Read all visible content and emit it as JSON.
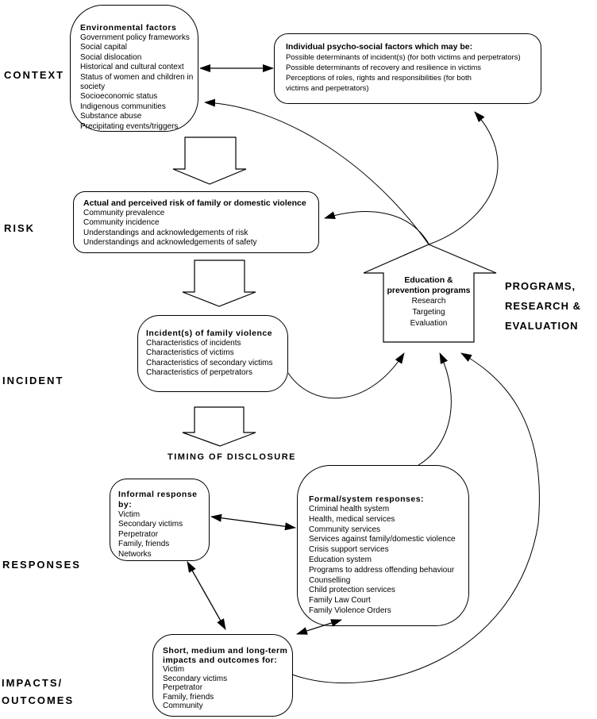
{
  "labels": {
    "context": "CONTEXT",
    "risk": "RISK",
    "incident": "INCIDENT",
    "responses": "RESPONSES",
    "impacts_line1": "IMPACTS/",
    "impacts_line2": "OUTCOMES",
    "timing": "TIMING OF DISCLOSURE",
    "programs_line1": "PROGRAMS,",
    "programs_line2": "RESEARCH &",
    "programs_line3": "EVALUATION"
  },
  "boxes": {
    "environmental": {
      "title": "Environmental factors",
      "items": [
        "Government policy frameworks",
        "Social capital",
        "Social dislocation",
        "Historical and cultural context",
        "Status of women and children in society",
        "Socioeconomic status",
        "Indigenous communities",
        "Substance abuse",
        "Precipitating events/triggers"
      ]
    },
    "individual": {
      "title": "Individual psycho-social factors which may be:",
      "items": [
        "Possible determinants of incident(s) (for both victims and perpetrators)",
        "Possible determinants of recovery and resilience in victims",
        "Perceptions of roles, rights and responsibilities (for both",
        "victims and perpetrators)"
      ]
    },
    "risk": {
      "title": "Actual and perceived risk of family or domestic violence",
      "items": [
        "Community prevalence",
        "Community incidence",
        "Understandings and acknowledgements of risk",
        "Understandings and acknowledgements of safety"
      ]
    },
    "incident": {
      "title": "Incident(s) of family violence",
      "items": [
        "Characteristics of incidents",
        "Characteristics of victims",
        "Characteristics of secondary victims",
        "Characteristics of perpetrators"
      ]
    },
    "informal": {
      "title": "Informal response by:",
      "items": [
        "Victim",
        "Secondary victims",
        "Perpetrator",
        "Family, friends",
        "Networks"
      ]
    },
    "formal": {
      "title": "Formal/system responses:",
      "items": [
        "Criminal health system",
        "Health, medical services",
        "Community services",
        "Services against family/domestic violence",
        "Crisis support services",
        "Education system",
        "Programs to address offending behaviour",
        "Counselling",
        "Child protection services",
        "Family Law Court",
        "Family Violence Orders"
      ]
    },
    "impacts": {
      "title_line1": "Short, medium and long-term",
      "title_line2": "impacts and outcomes for:",
      "items": [
        "Victim",
        "Secondary victims",
        "Perpetrator",
        "Family, friends",
        "Community"
      ]
    }
  },
  "education_arrow": {
    "title_line1": "Education &",
    "title_line2": "prevention programs",
    "items": [
      "Research",
      "Targeting",
      "Evaluation"
    ]
  },
  "colors": {
    "ink": "#000000",
    "paper": "#ffffff"
  }
}
